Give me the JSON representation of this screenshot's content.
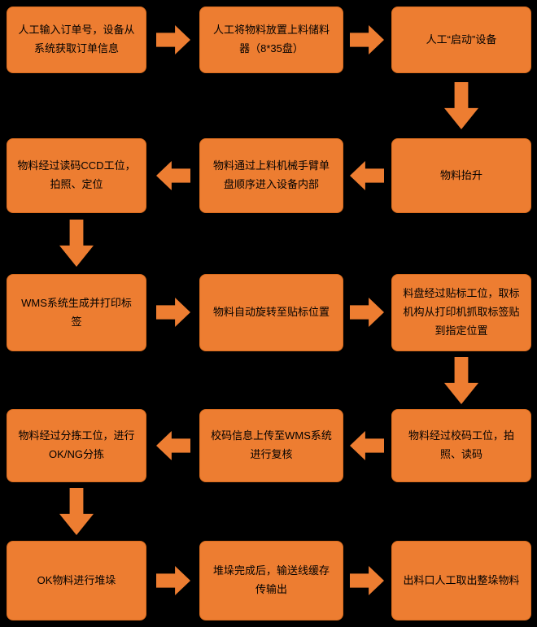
{
  "flow": {
    "background": "#000000",
    "box_fill": "#ED7D31",
    "box_border": "#D96C1E",
    "arrow_fill": "#ED7D31",
    "text_color": "#000000",
    "boxes": [
      {
        "id": 1,
        "label": "人工输入订单号，设备从系统获取订单信息"
      },
      {
        "id": 2,
        "label": "人工将物料放置上料储料器（8*35盘）"
      },
      {
        "id": 3,
        "label": "人工“启动”设备"
      },
      {
        "id": 4,
        "label": "物料抬升"
      },
      {
        "id": 5,
        "label": "物料通过上料机械手臂单盘顺序进入设备内部"
      },
      {
        "id": 6,
        "label": "物料经过读码CCD工位，拍照、定位"
      },
      {
        "id": 7,
        "label": "WMS系统生成并打印标签"
      },
      {
        "id": 8,
        "label": "物料自动旋转至贴标位置"
      },
      {
        "id": 9,
        "label": "料盘经过贴标工位，取标机构从打印机抓取标签贴到指定位置"
      },
      {
        "id": 10,
        "label": "物料经过校码工位，拍照、读码"
      },
      {
        "id": 11,
        "label": "校码信息上传至WMS系统进行复核"
      },
      {
        "id": 12,
        "label": "物料经过分拣工位，进行OK/NG分拣"
      },
      {
        "id": 13,
        "label": "OK物料进行堆垛"
      },
      {
        "id": 14,
        "label": "堆垛完成后，输送线缓存传输出"
      },
      {
        "id": 15,
        "label": "出料口人工取出整垛物料"
      }
    ]
  }
}
